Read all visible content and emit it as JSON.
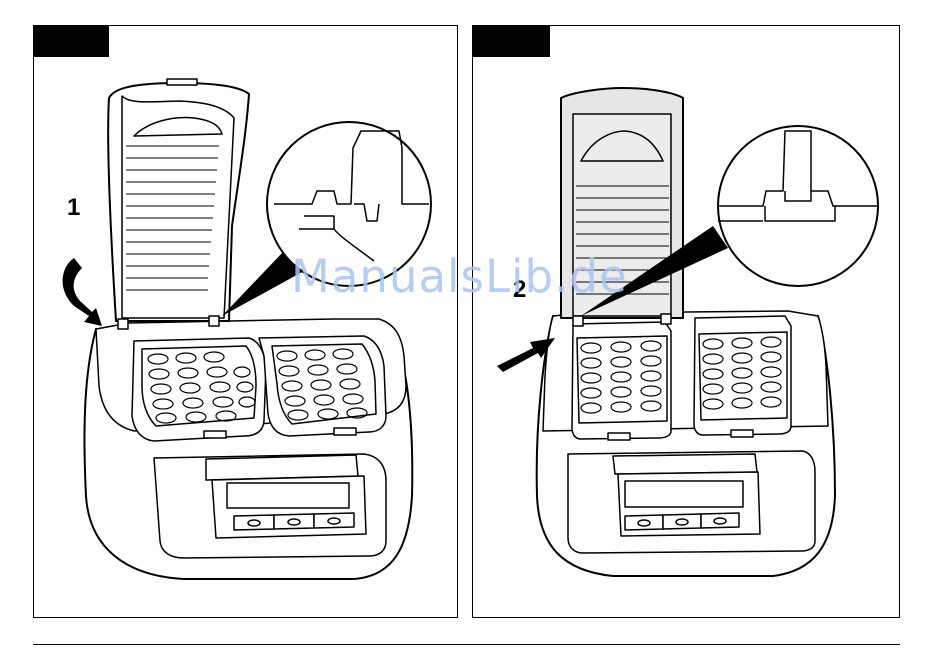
{
  "figure_left": {
    "step_number": "1"
  },
  "figure_right": {
    "step_number": "2"
  },
  "watermark": {
    "text": "ManualsLib.de"
  }
}
